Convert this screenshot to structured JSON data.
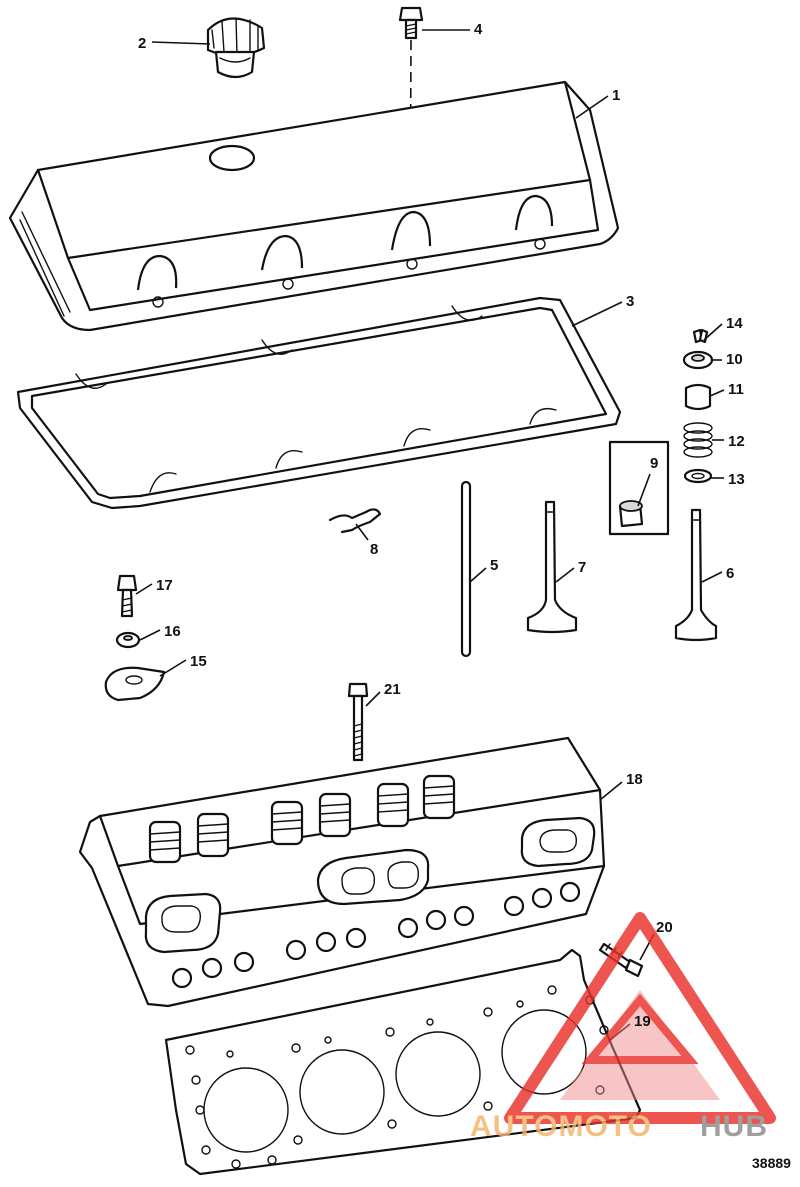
{
  "callouts": {
    "c1": "1",
    "c2": "2",
    "c3": "3",
    "c4": "4",
    "c5": "5",
    "c6": "6",
    "c7": "7",
    "c8": "8",
    "c9": "9",
    "c10": "10",
    "c11": "11",
    "c12": "12",
    "c13": "13",
    "c14": "14",
    "c15": "15",
    "c16": "16",
    "c17": "17",
    "c18": "18",
    "c19": "19",
    "c20": "20",
    "c21": "21"
  },
  "reference_number": "38889",
  "watermark": {
    "part_a": "AUTOMOTO",
    "part_b": "HUB",
    "color_primary": "#e8302a",
    "color_secondary": "#f2b36a",
    "color_tertiary": "#8a8a8a"
  }
}
